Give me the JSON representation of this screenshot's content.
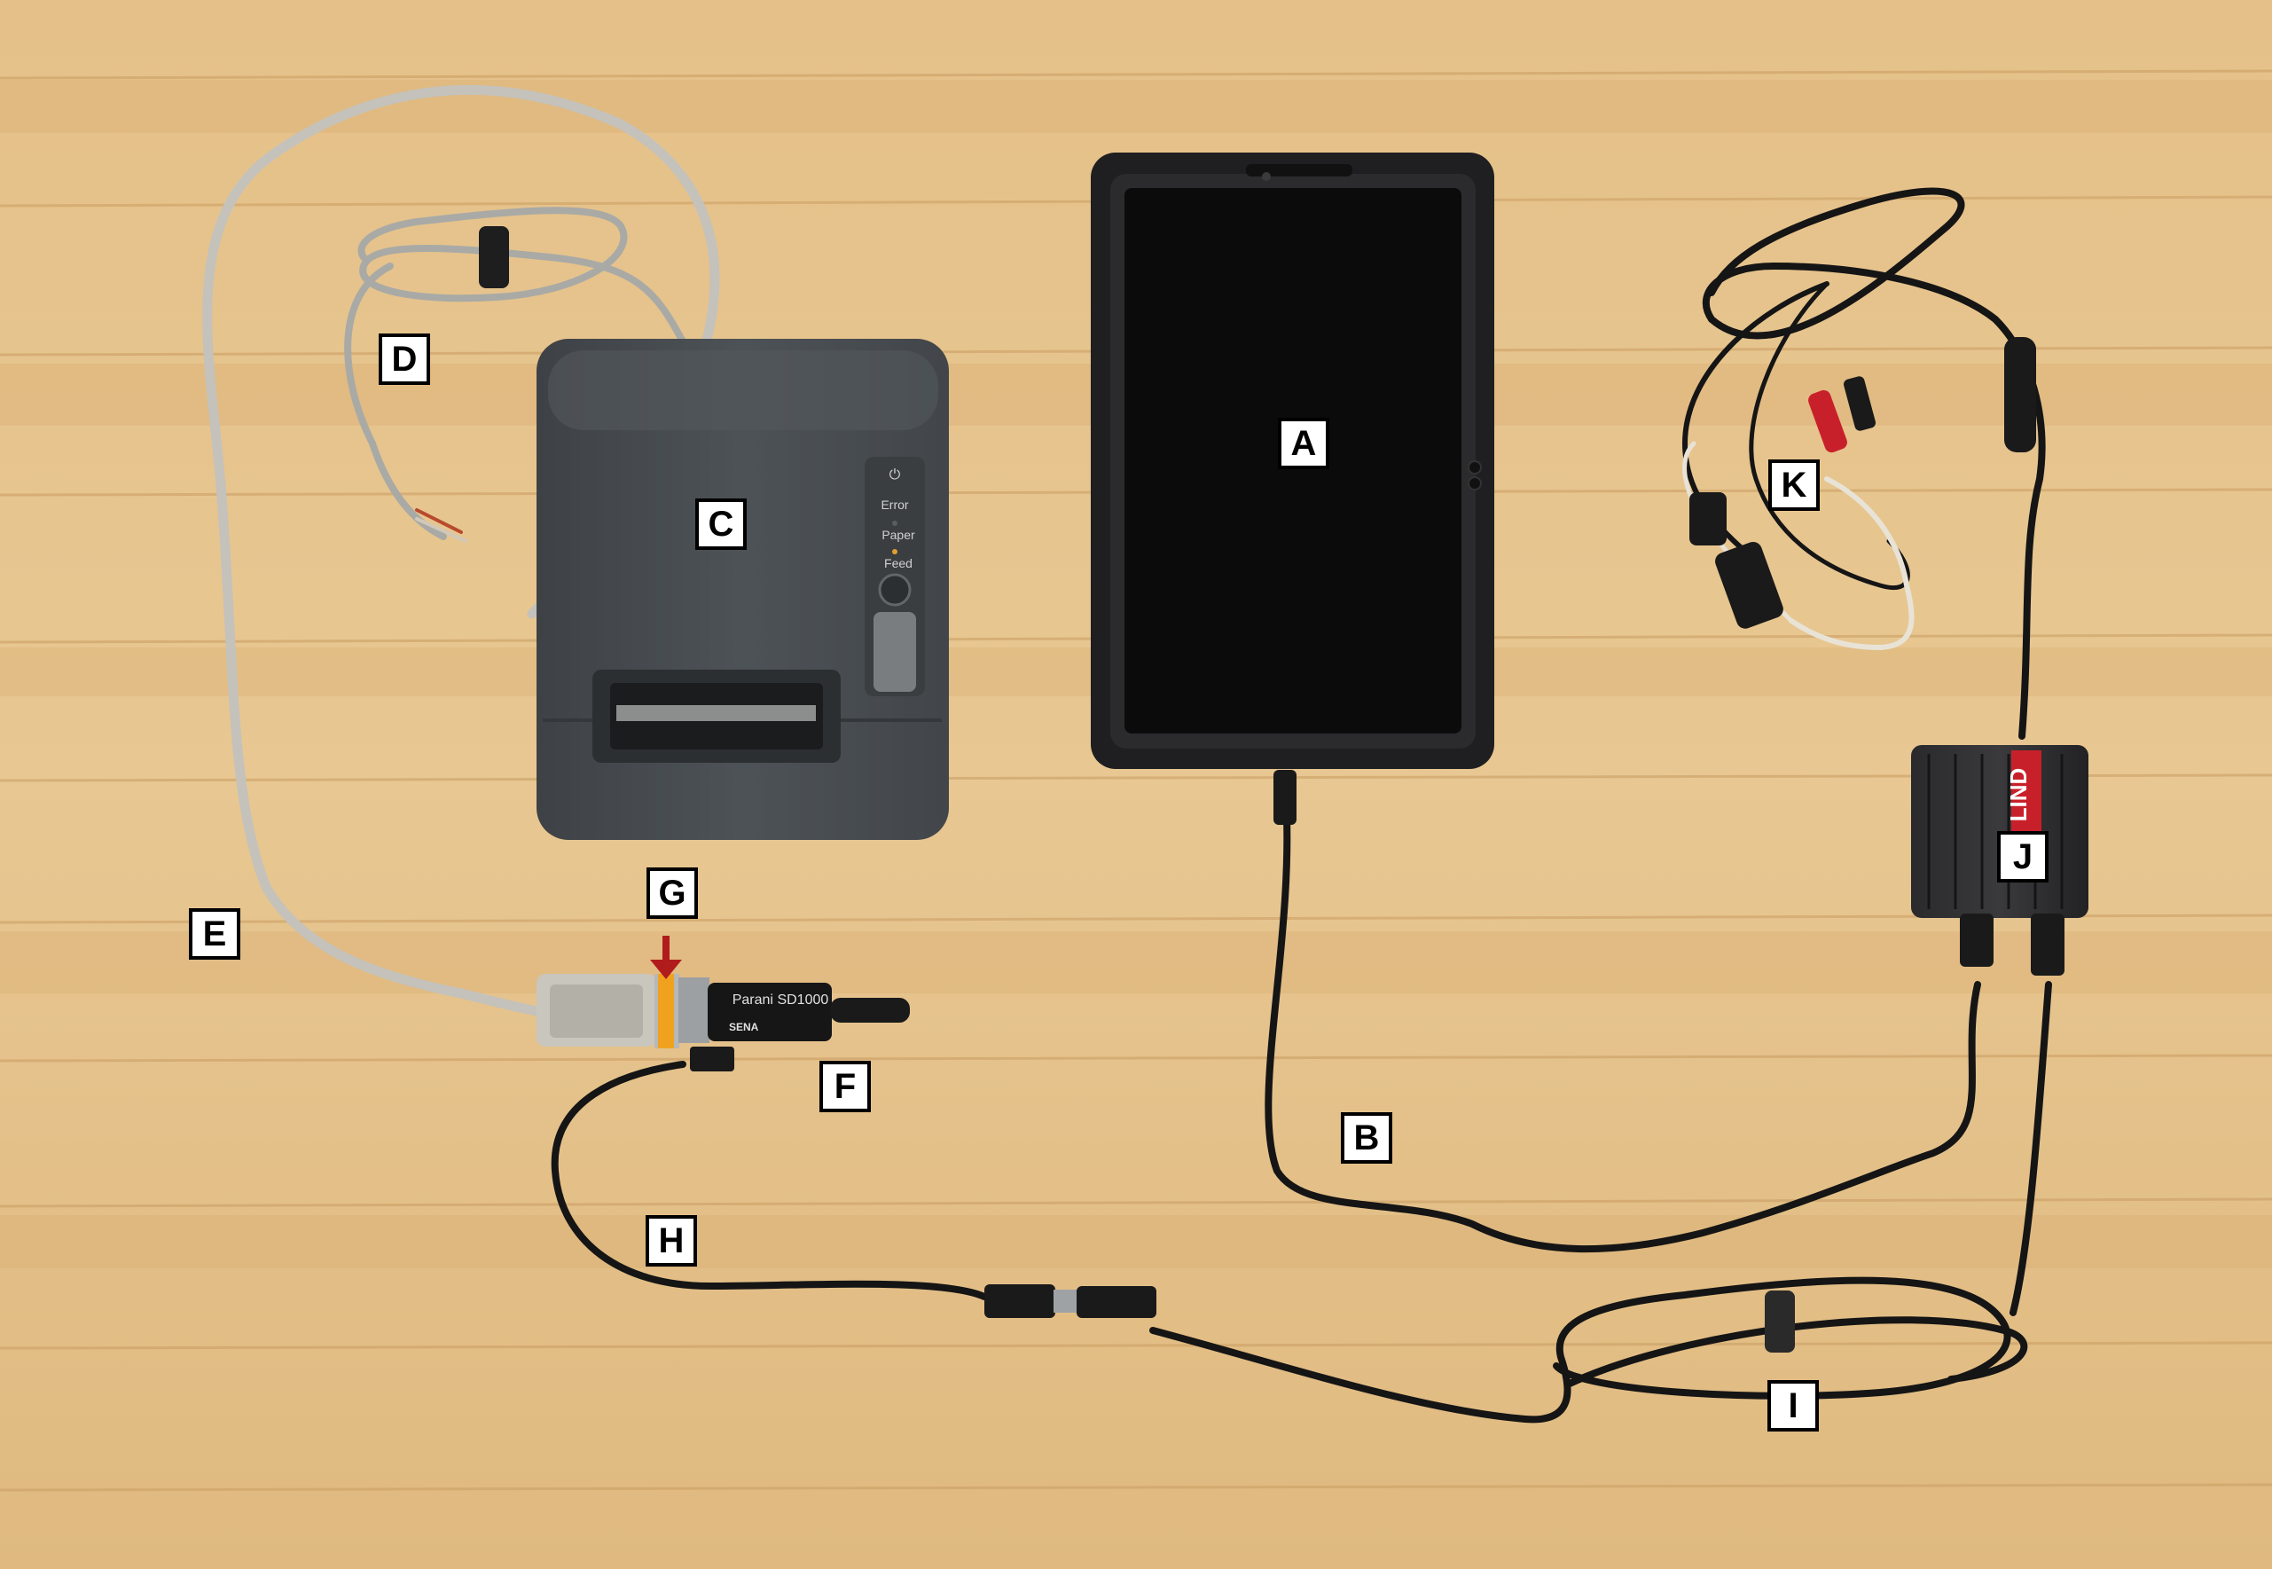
{
  "labels": {
    "A": "A",
    "B": "B",
    "C": "C",
    "D": "D",
    "E": "E",
    "F": "F",
    "G": "G",
    "H": "H",
    "I": "I",
    "J": "J",
    "K": "K"
  },
  "printer": {
    "indicators": {
      "power": "⏻",
      "error": "Error",
      "paper": "Paper",
      "feed": "Feed"
    }
  },
  "adapter": {
    "brand": "Parani",
    "model": "SD1000",
    "maker": "SENA"
  },
  "power_module": {
    "brand": "LIND"
  },
  "colors": {
    "wood_light": "#e6c38d",
    "wood_dark": "#c79a5d",
    "printer_body": "#4b4f53",
    "tablet_case": "#1f1f21",
    "cable_grey": "#c4c2bb",
    "cable_black": "#151515",
    "arrow_red": "#b01c1c",
    "clamp_red": "#c8202a"
  }
}
